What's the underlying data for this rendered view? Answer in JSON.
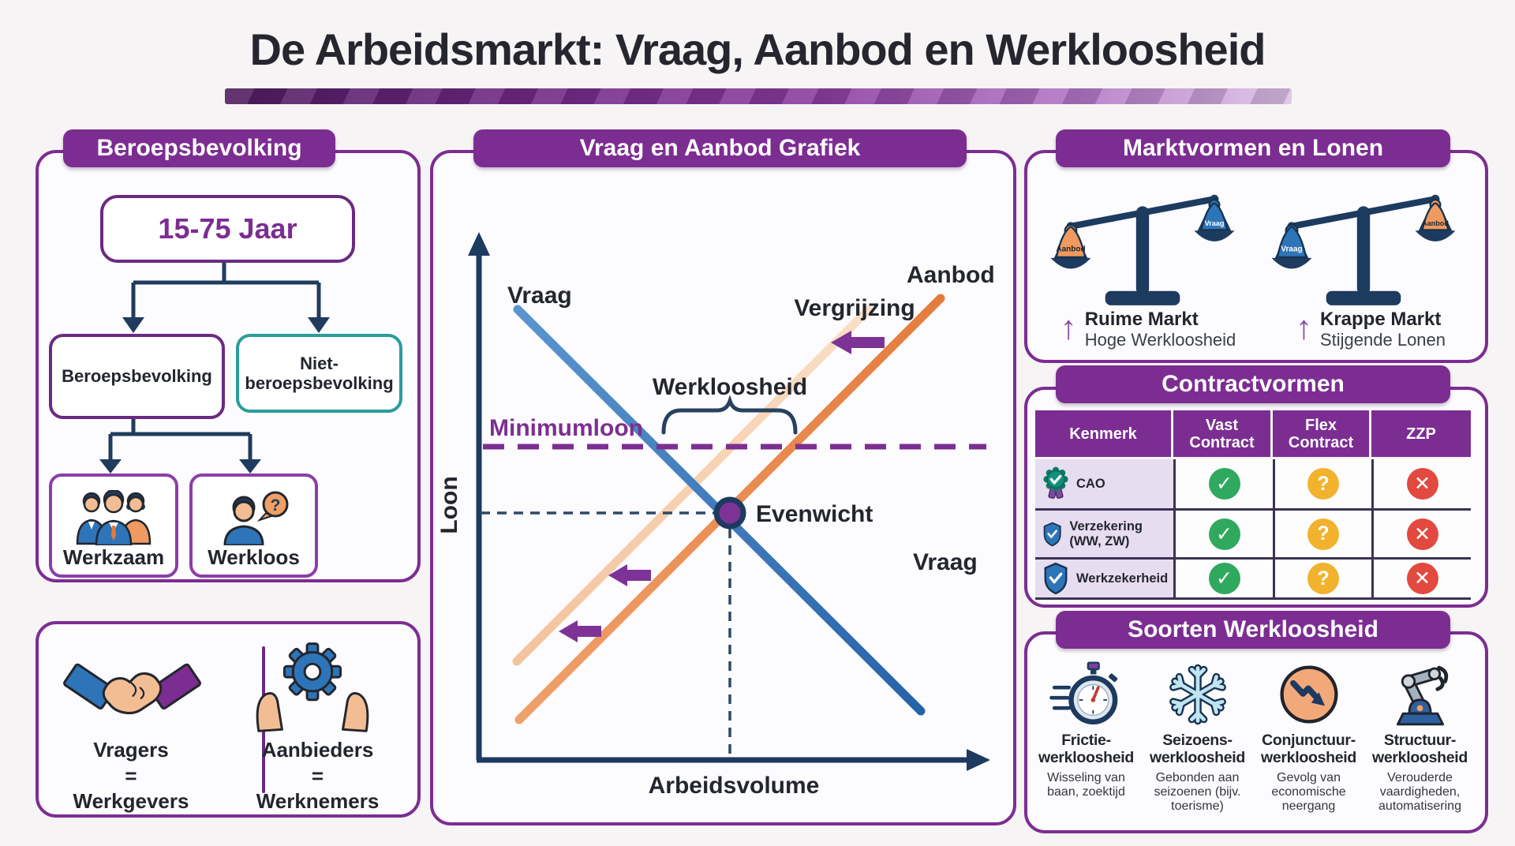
{
  "title": "De Arbeidsmarkt: Vraag, Aanbod en Werkloosheid",
  "colors": {
    "purple": "#7c2d92",
    "navy": "#1d3a5f",
    "demand_blue": "#2f6fb5",
    "supply_orange": "#ea8c52",
    "supply_light": "#f5cba6",
    "teal": "#2a9d9c",
    "green": "#2fa95e",
    "amber": "#f2b22e",
    "red": "#e2493f"
  },
  "left": {
    "header": "Beroepsbevolking",
    "age_box": "15-75 Jaar",
    "branch_left": "Beroepsbevolking",
    "branch_right": "Niet-beroepsbevolking",
    "werkzaam": "Werkzaam",
    "werkloos": "Werkloos"
  },
  "roles": {
    "vragers": {
      "top": "Vragers",
      "eq": "=",
      "bottom": "Werkgevers"
    },
    "aanbieders": {
      "top": "Aanbieders",
      "eq": "=",
      "bottom": "Werknemers"
    }
  },
  "graph": {
    "header": "Vraag en Aanbod Grafiek",
    "y_label": "Loon",
    "x_label": "Arbeidsvolume",
    "demand_top": "Vraag",
    "demand_bottom": "Vraag",
    "supply_label": "Aanbod",
    "shift_label": "Vergrijzing",
    "min_wage_label": "Minimumloon",
    "unemployment_label": "Werkloosheid",
    "equilibrium_label": "Evenwicht"
  },
  "chart_data": {
    "type": "line",
    "title": "Vraag en Aanbod Grafiek",
    "xlabel": "Arbeidsvolume",
    "ylabel": "Loon",
    "axes_numeric": false,
    "grid": false,
    "series": [
      {
        "name": "Vraag",
        "color": "#2f6fb5",
        "points": [
          [
            15,
            95
          ],
          [
            88,
            8
          ]
        ]
      },
      {
        "name": "Aanbod",
        "color": "#ea8c52",
        "points": [
          [
            16,
            6
          ],
          [
            90,
            92
          ]
        ]
      },
      {
        "name": "Aanbod na vergrijzing",
        "color": "#f5cba6",
        "points": [
          [
            15,
            18
          ],
          [
            77,
            90
          ]
        ]
      }
    ],
    "annotations": [
      {
        "label": "Minimumloon",
        "kind": "dashed-horizontal",
        "y": 68
      },
      {
        "label": "Werkloosheid",
        "kind": "brace",
        "between": [
          "Vraag",
          "Aanbod"
        ],
        "at_y": 68
      },
      {
        "label": "Evenwicht",
        "kind": "point",
        "x": 49,
        "y": 54
      },
      {
        "label": "Vergrijzing",
        "kind": "shift-left-arrow"
      }
    ]
  },
  "market_forms": {
    "header": "Marktvormen en Lonen",
    "up_arrow": "↑",
    "scales": [
      {
        "pan_low": "Aanbod",
        "pan_high": "Vraag",
        "title": "Ruime Markt",
        "subtitle": "Hoge Werkloosheid"
      },
      {
        "pan_low": "Vraag",
        "pan_high": "Aanbod",
        "title": "Krappe Markt",
        "subtitle": "Stijgende Lonen"
      }
    ]
  },
  "contracts": {
    "header": "Contractvormen",
    "columns": [
      "Kenmerk",
      "Vast Contract",
      "Flex Contract",
      "ZZP"
    ],
    "rows": [
      {
        "icon": "rosette-badge",
        "label": "CAO",
        "vast": "check",
        "flex": "question",
        "zzp": "cross"
      },
      {
        "icon": "shield-check",
        "label": "Verzekering (WW, ZW)",
        "vast": "check",
        "flex": "question",
        "zzp": "cross"
      },
      {
        "icon": "shield-check",
        "label": "Werkzekerheid",
        "vast": "check",
        "flex": "question",
        "zzp": "cross"
      }
    ]
  },
  "unemployment_types": {
    "header": "Soorten Werkloosheid",
    "items": [
      {
        "icon": "stopwatch",
        "title": "Frictie-werkloosheid",
        "desc": "Wisseling van baan, zoektijd"
      },
      {
        "icon": "snowflake",
        "title": "Seizoens-werkloosheid",
        "desc": "Gebonden aan seizoenen (bijv. toerisme)"
      },
      {
        "icon": "chart-down",
        "title": "Conjunctuur-werkloosheid",
        "desc": "Gevolg van economische neergang"
      },
      {
        "icon": "robot-arm",
        "title": "Structuur-werkloosheid",
        "desc": "Verouderde vaardigheden, automatisering"
      }
    ]
  }
}
